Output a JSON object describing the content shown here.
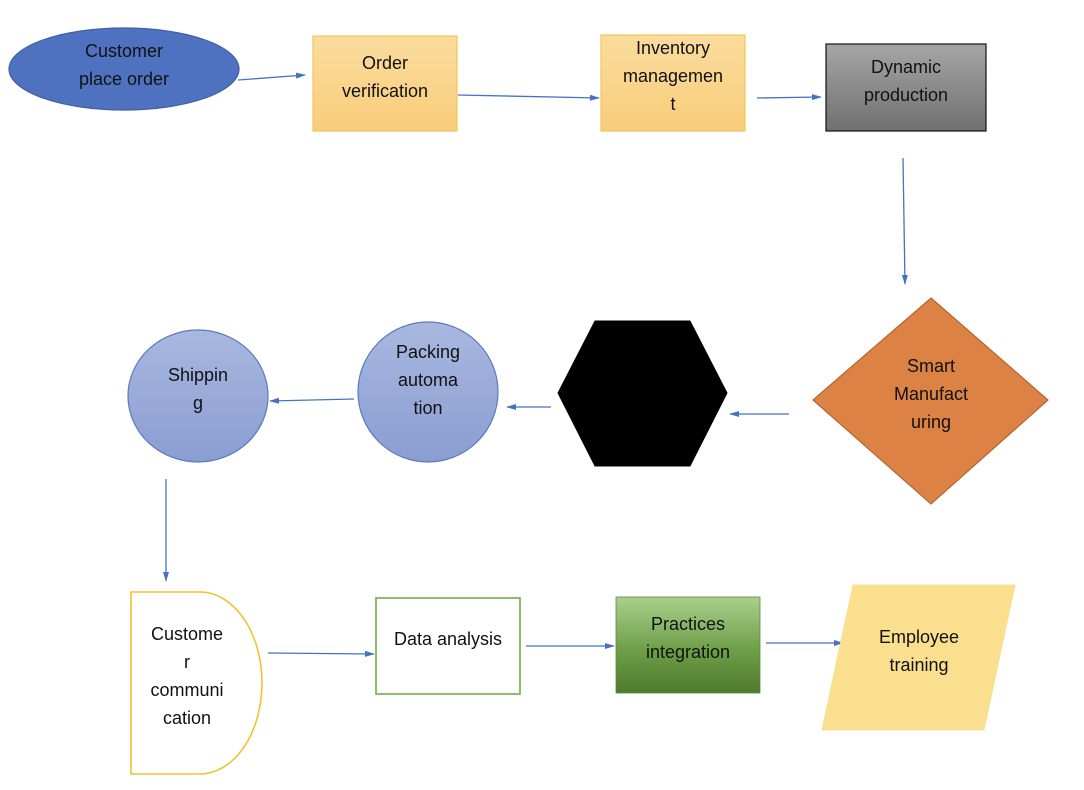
{
  "diagram": {
    "type": "flowchart",
    "nodes": [
      {
        "id": "customer-place-order",
        "shape": "ellipse",
        "lines": [
          "Customer",
          "place order"
        ],
        "fill": "#4f72c0",
        "stroke": "#3f5fa8"
      },
      {
        "id": "order-verification",
        "shape": "rect",
        "lines": [
          "Order",
          "verification"
        ],
        "fill": "#f8d38c",
        "stroke": "#f2c45a"
      },
      {
        "id": "inventory-management",
        "shape": "rect",
        "lines": [
          "Inventory",
          "managemen",
          "t"
        ],
        "fill": "#f8d38c",
        "stroke": "#f2c45a"
      },
      {
        "id": "dynamic-production",
        "shape": "rect-gradient",
        "lines": [
          "Dynamic",
          "production"
        ],
        "fill": "#8c8c8c",
        "stroke": "#111111"
      },
      {
        "id": "smart-manufacturing",
        "shape": "diamond",
        "lines": [
          "Smart",
          "Manufact",
          "uring"
        ],
        "fill": "#dd8245",
        "stroke": "#b5652f"
      },
      {
        "id": "hexagon-step",
        "shape": "hexagon",
        "lines": [],
        "fill": "#000000",
        "stroke": "#000000"
      },
      {
        "id": "packing-automation",
        "shape": "circle",
        "lines": [
          "Packing",
          "automa",
          "tion"
        ],
        "fill": "#97a9d8",
        "stroke": "#5b79c0"
      },
      {
        "id": "shipping",
        "shape": "circle",
        "lines": [
          "Shippin",
          "g"
        ],
        "fill": "#97a9d8",
        "stroke": "#5b79c0"
      },
      {
        "id": "customer-communication",
        "shape": "delay",
        "lines": [
          "Custome",
          "r",
          "communi",
          "cation"
        ],
        "fill": "#ffffff",
        "stroke": "#f2c233"
      },
      {
        "id": "data-analysis",
        "shape": "rect-top-text",
        "lines": [
          "Data analysis"
        ],
        "fill": "#ffffff",
        "stroke": "#70ad47"
      },
      {
        "id": "practices-integration",
        "shape": "rect-green-gradient",
        "lines": [
          "Practices",
          "integration"
        ],
        "fill": "#6e9e48",
        "stroke": "#5b8a3a"
      },
      {
        "id": "employee-training",
        "shape": "parallelogram",
        "lines": [
          "Employee",
          "training"
        ],
        "fill": "#fae08e",
        "stroke": "#fae08e"
      }
    ],
    "edges": [
      {
        "from": "customer-place-order",
        "to": "order-verification"
      },
      {
        "from": "order-verification",
        "to": "inventory-management"
      },
      {
        "from": "inventory-management",
        "to": "dynamic-production"
      },
      {
        "from": "dynamic-production",
        "to": "smart-manufacturing"
      },
      {
        "from": "smart-manufacturing",
        "to": "hexagon-step"
      },
      {
        "from": "hexagon-step",
        "to": "packing-automation"
      },
      {
        "from": "packing-automation",
        "to": "shipping"
      },
      {
        "from": "shipping",
        "to": "customer-communication"
      },
      {
        "from": "customer-communication",
        "to": "data-analysis"
      },
      {
        "from": "data-analysis",
        "to": "practices-integration"
      },
      {
        "from": "practices-integration",
        "to": "employee-training"
      }
    ],
    "edge_color": "#4472c4"
  }
}
